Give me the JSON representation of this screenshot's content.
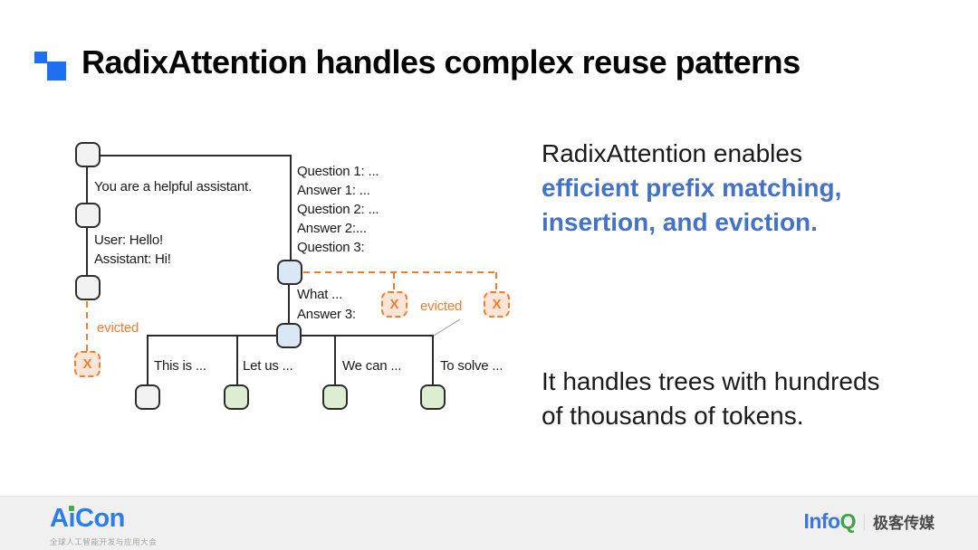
{
  "title": {
    "text": "RadixAttention handles complex reuse patterns",
    "accent_color": "#1e70f2"
  },
  "diagram": {
    "labels": {
      "system_prompt": "You are a helpful assistant.",
      "turn1_line1": "User: Hello!",
      "turn1_line2": "Assistant: Hi!",
      "evicted_left": "evicted",
      "qa_lines": [
        "Question 1: ...",
        "Answer 1: ...",
        "Question 2: ...",
        "Answer 2:...",
        "Question 3:"
      ],
      "what_line1": "What ...",
      "what_line2": "Answer 3:",
      "evicted_right": "evicted",
      "branch_labels": [
        "This is ...",
        "Let us ...",
        "We can ...",
        "To solve ..."
      ],
      "x_mark": "X"
    },
    "colors": {
      "node_gray_fill": "#f2f2f2",
      "node_blue_fill": "#dae7f4",
      "node_green_fill": "#ddedd2",
      "node_border": "#2d2d2d",
      "tree_line": "#2b2b2b",
      "evicted_orange": "#ed7d31",
      "evicted_box_fill": "#fbe5d6"
    }
  },
  "right_panel": {
    "para1_black_line": "RadixAttention enables",
    "para1_blue_line1": "efficient prefix matching,",
    "para1_blue_line2": "insertion, and eviction.",
    "para2_line1": "It handles trees with hundreds",
    "para2_line2": "of thousands of tokens.",
    "blue_color": "#4472c4"
  },
  "footer": {
    "aicon_logo": "AiCon",
    "aicon_subtitle": "全球人工智能开发与应用大会",
    "infoq_info": "Info",
    "infoq_q": "Q",
    "media_brand": "极客传媒"
  }
}
